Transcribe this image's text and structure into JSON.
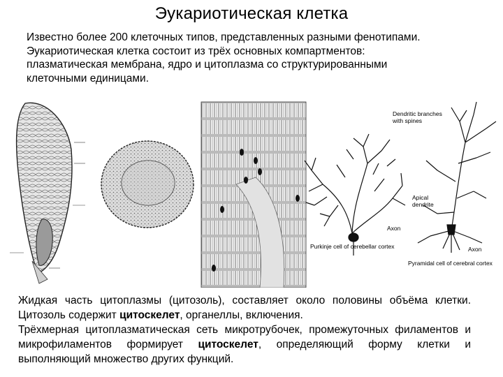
{
  "title": "Эукариотическая клетка",
  "intro": {
    "line1": "Известно более 200 клеточных типов, представленных разными фенотипами.",
    "line2": "Эукариотическая клетка состоит из трёх основных компартментов:",
    "line3": "плазматическая мембрана, ядро и цитоплазма со структурированными",
    "line4": "клеточными единицами."
  },
  "figure": {
    "labels": {
      "dendritic": "Dendritic branches",
      "spines": "with spines",
      "apical": "Apical",
      "dendrite": "dendrite",
      "axon_left": "Axon",
      "axon_right": "Axon",
      "purkinje": "Purkinje cell of cerebellar cortex",
      "pyramidal": "Pyramidal cell of cerebral cortex"
    }
  },
  "body": {
    "p1_a": "Жидкая часть цитоплазмы (цитозоль), составляет около половины объёма клетки. Цитозоль содержит ",
    "p1_term": "цитоскелет",
    "p1_b": ", органеллы, включения.",
    "p2_a": "Трёхмерная цитоплазматическая сеть микротрубочек, промежуточных филаментов и микрофиламентов формирует ",
    "p2_term": "цитоскелет",
    "p2_b": ", определяющий форму клетки и выполняющий множество других функций."
  }
}
